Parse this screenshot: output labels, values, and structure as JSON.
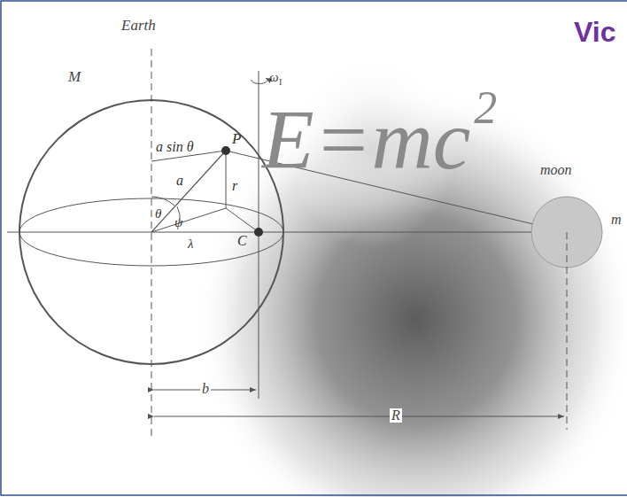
{
  "diagram": {
    "title": "Vic",
    "labels": [
      "Earth",
      "M",
      "ω",
      "I",
      "E=mc",
      "2",
      "a sin θ",
      "P",
      "a",
      "r",
      "θ",
      "ψ",
      "λ",
      "C",
      "b",
      "R",
      "moon",
      "m"
    ]
  }
}
